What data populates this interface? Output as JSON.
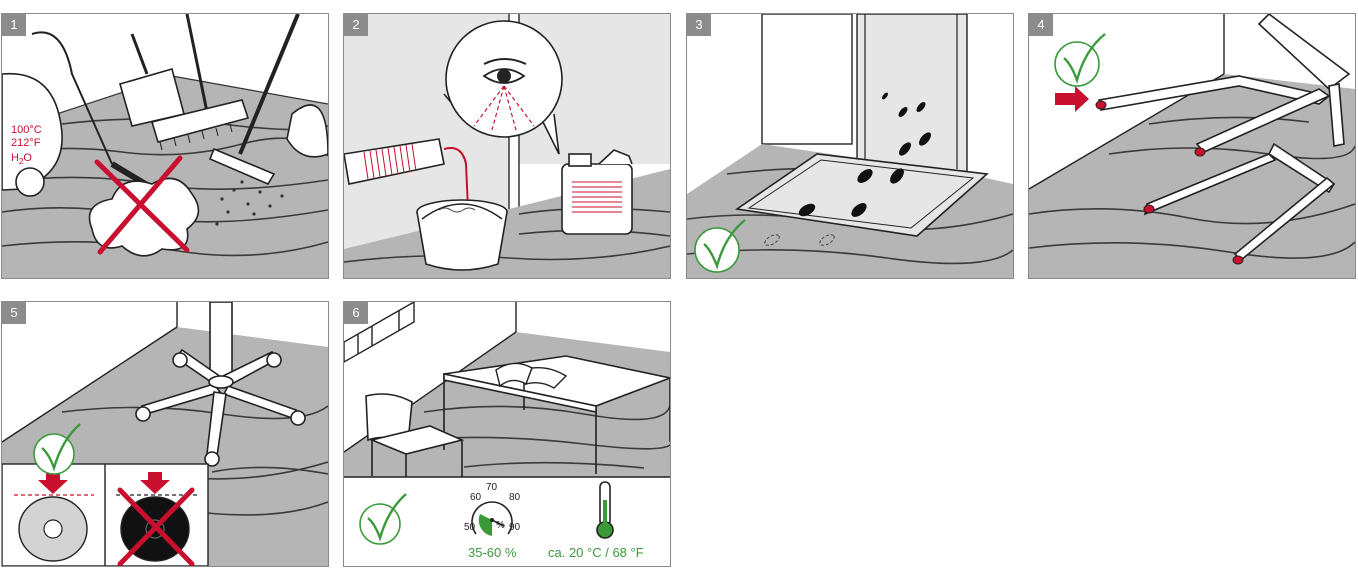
{
  "panels": [
    {
      "number": "1",
      "temp_c": "100°C",
      "temp_f": "212°F",
      "water": "H",
      "water_sub": "2",
      "water_end": "O"
    },
    {
      "number": "2"
    },
    {
      "number": "3"
    },
    {
      "number": "4"
    },
    {
      "number": "5"
    },
    {
      "number": "6",
      "gauge_ticks": [
        "50",
        "60",
        "70",
        "80",
        "90"
      ],
      "gauge_unit": "%",
      "humidity": "35-60 %",
      "temperature": "ca. 20 °C / 68 °F"
    }
  ],
  "colors": {
    "accent_red": "#c8102e",
    "check_green": "#3a9a3a",
    "floor_gray": "#b5b5b5",
    "wall_gray": "#e6e6e6",
    "badge_gray": "#8c8c8c"
  }
}
